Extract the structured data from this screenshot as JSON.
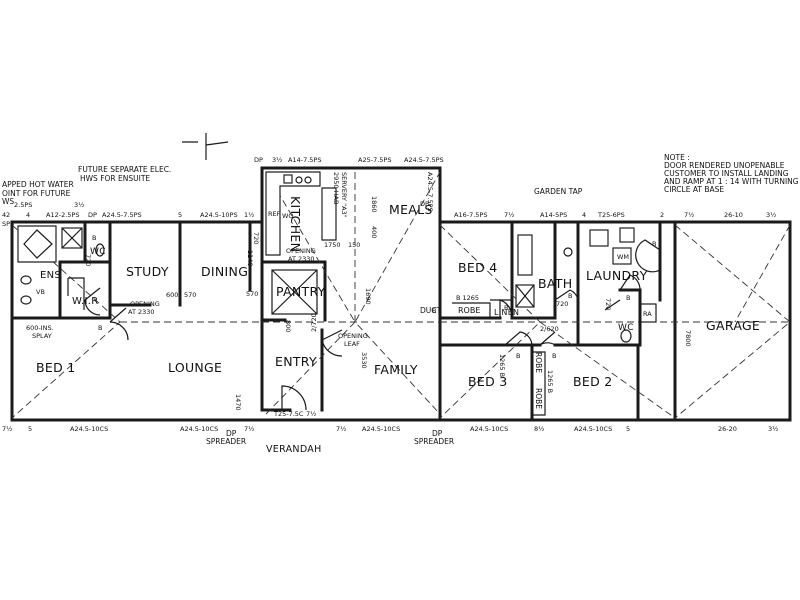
{
  "rooms": {
    "bed1": "BED 1",
    "lounge": "LOUNGE",
    "study": "STUDY",
    "dining": "DINING",
    "kitchen": "KITCHEN",
    "pantry": "PANTRY",
    "meals": "MEALS",
    "entry": "ENTRY",
    "family": "FAMILY",
    "bed4": "BED 4",
    "bath": "BATH",
    "laundry": "LAUNDRY",
    "bed3": "BED 3",
    "bed2": "BED 2",
    "garage": "GARAGE",
    "ens": "ENS",
    "wir": "W.I.R",
    "wc1": "WC",
    "wc2": "WC",
    "verandah": "VERANDAH",
    "linen": "LINEN",
    "robe1": "ROBE",
    "robe2": "ROBE",
    "robe3": "ROBE"
  },
  "notes": {
    "future_line1": "FUTURE SEPARATE ELEC.",
    "future_line2": "HWS FOR ENSUITE",
    "hot_water_line1": "APPED HOT WATER",
    "hot_water_line2": "OINT FOR FUTURE",
    "hot_water_line3": "WS",
    "note_line1": "NOTE :",
    "note_line2": "DOOR RENDERED UNOPENABLE",
    "note_line3": "CUSTOMER TO INSTALL LANDING",
    "note_line4": "AND RAMP AT 1 : 14 WITH TURNING",
    "note_line5": "CIRCLE AT BASE",
    "garden_tap": "GARDEN TAP",
    "servery": "SERVERY \"A3\"",
    "servery_dim": "2950 HAB",
    "opening_kitchen": "OPENING",
    "opening_kitchen_dim": "AT 2330",
    "opening_study": "OPENING",
    "opening_study_dim": "AT 2330",
    "opening_leaf": "OPENING",
    "opening_leaf2": "LEAF",
    "ins_splay1": "600-INS.",
    "ins_splay2": "SPLAY",
    "duct": "DUCT",
    "spreader_l": "SPREADER",
    "spreader_r": "SPREADER",
    "dp_l": "DP",
    "dp_r": "DP",
    "ra": "RA",
    "wm": "WM",
    "vb": "VB",
    "ref": "REF",
    "wo": "WO"
  },
  "top_dims": {
    "d1": "2",
    "d2": "4",
    "d3": "SPS",
    "d4": "A12-2.5PS",
    "d5": "DP",
    "d6": "A24.5-7.5PS",
    "d7": "5",
    "d8": "A24.5-10PS",
    "d9": "1½",
    "d10": "A16-7.5PS",
    "d11": "7½",
    "d12": "A14-5PS",
    "d13": "4",
    "d14": "T25-6PS",
    "d15": "2",
    "d16": "7½",
    "d17": "26-10",
    "d18": "3½",
    "d19": "3½",
    "d20": "4",
    "d21": "2.5PS",
    "k1": "DP",
    "k2": "3½",
    "k3": "A14-7.5PS",
    "k4": "A25-7.5PS",
    "k5": "A24.5-7.5PS",
    "k6": "A24.5-7.5PS",
    "k7": "DP"
  },
  "bottom_dims": {
    "b1": "5",
    "b2": "A24.5-10CS",
    "b3": "A24.5-10CS",
    "b4": "7½",
    "b5": "T25-7.5C",
    "b6": "7½",
    "b7": "7½",
    "b8": "A24.5-10CS",
    "b9": "A24.5-10CS",
    "b10": "8½",
    "b11": "A24.5-10CS",
    "b12": "5",
    "b13": "26-20",
    "b14": "3½",
    "b15": "7½"
  },
  "inner_dims": {
    "d600_1": "600",
    "d570_1": "570",
    "d570_2": "570",
    "d720_a": "720",
    "d720_b": "720",
    "d720_c": "720",
    "d720_d": "720",
    "d2620": "2/620",
    "d2720": "2/720",
    "d1265": "B 1265",
    "d1265b": "1265 B",
    "d1265c": "1265 B",
    "d1690": "1690",
    "d3530": "3530",
    "d1470": "1470",
    "d800": "800",
    "d1140": "1140",
    "d1750": "1750",
    "d150": "150",
    "d1860": "1860",
    "d400": "400",
    "d7800": "7800",
    "d620": "720",
    "b_labels": [
      "B",
      "B",
      "B",
      "B",
      "B",
      "B",
      "B",
      "B",
      "B"
    ]
  }
}
